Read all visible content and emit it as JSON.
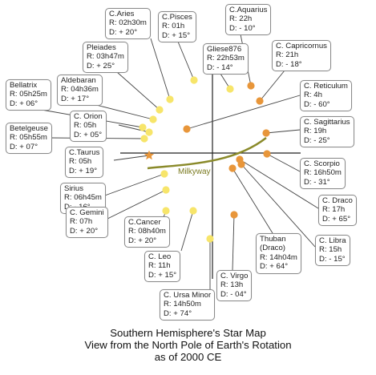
{
  "colors": {
    "yellow_star": "#f7e56a",
    "orange_star": "#e8963a",
    "milky_way": "#8a8a2a",
    "axis": "#222222",
    "leader": "#444444",
    "label_border": "#8a8a8a"
  },
  "milky_way_label": "Milkyway",
  "caption": {
    "line1": "Southern Hemisphere's Star Map",
    "line2": "View from the North Pole of Earth's Rotation",
    "line3": "as of 2000 CE"
  },
  "stars": [
    {
      "id": "aries",
      "lines": [
        "C.Aries",
        "R: 02h30m",
        "D: + 20°"
      ],
      "color": "yellow"
    },
    {
      "id": "pisces",
      "lines": [
        "C.Pisces",
        "R: 01h",
        "D: + 15°"
      ],
      "color": "yellow"
    },
    {
      "id": "aquarius",
      "lines": [
        "C.Aquarius",
        "R: 22h",
        "D: - 10°"
      ],
      "color": "orange"
    },
    {
      "id": "pleiades",
      "lines": [
        "Pleiades",
        "R: 03h47m",
        "D: + 25°"
      ],
      "color": "yellow"
    },
    {
      "id": "gliese876",
      "lines": [
        "Gliese876",
        "R: 22h53m",
        "D: - 14°"
      ],
      "color": "yellow"
    },
    {
      "id": "capricornus",
      "lines": [
        "C. Capricornus",
        "R: 21h",
        "D: - 18°"
      ],
      "color": "orange"
    },
    {
      "id": "aldebaran",
      "lines": [
        "Aldebaran",
        "R: 04h36m",
        "D: + 17°"
      ],
      "color": "yellow"
    },
    {
      "id": "reticulum",
      "lines": [
        "C. Reticulum",
        "R: 4h",
        "D: - 60°"
      ],
      "color": "orange"
    },
    {
      "id": "bellatrix",
      "lines": [
        "Bellatrix",
        "R: 05h25m",
        "D: + 06°"
      ],
      "color": "yellow"
    },
    {
      "id": "orion",
      "lines": [
        "C. Orion",
        "R: 05h",
        "D: + 05°"
      ],
      "color": "yellow"
    },
    {
      "id": "sagittarius",
      "lines": [
        "C. Sagittarius",
        "R: 19h",
        "D: - 25°"
      ],
      "color": "orange"
    },
    {
      "id": "betelgeuse",
      "lines": [
        "Betelgeuse",
        "R: 05h55m",
        "D: + 07°"
      ],
      "color": "yellow"
    },
    {
      "id": "taurus",
      "lines": [
        "C.Taurus",
        "R: 05h",
        "D: + 19°"
      ],
      "color": "orange_star"
    },
    {
      "id": "scorpio",
      "lines": [
        "C. Scorpio",
        "R: 16h50m",
        "D: - 31°"
      ],
      "color": "orange"
    },
    {
      "id": "sirius",
      "lines": [
        "Sirius",
        "R: 06h45m",
        "D: - 16°"
      ],
      "color": "yellow"
    },
    {
      "id": "draco",
      "lines": [
        "C. Draco",
        "R: 17h",
        "D: + 65°"
      ],
      "color": "orange"
    },
    {
      "id": "gemini",
      "lines": [
        "C. Gemini",
        "R: 07h",
        "D: + 20°"
      ],
      "color": "yellow"
    },
    {
      "id": "cancer",
      "lines": [
        "C.Cancer",
        "R: 08h40m",
        "D: + 20°"
      ],
      "color": "yellow"
    },
    {
      "id": "libra",
      "lines": [
        "C. Libra",
        "R: 15h",
        "D: - 15°"
      ],
      "color": "orange"
    },
    {
      "id": "thuban",
      "lines": [
        "Thuban",
        "(Draco)",
        "R: 14h04m",
        "D: + 64°"
      ],
      "color": "orange"
    },
    {
      "id": "leo",
      "lines": [
        "C. Leo",
        "R: 11h",
        "D: + 15°"
      ],
      "color": "yellow"
    },
    {
      "id": "virgo",
      "lines": [
        "C. Virgo",
        "R: 13h",
        "D: - 04°"
      ],
      "color": "orange"
    },
    {
      "id": "ursaminor",
      "lines": [
        "C. Ursa Minor",
        "R: 14h50m",
        "D: + 74°"
      ],
      "color": "yellow"
    }
  ]
}
